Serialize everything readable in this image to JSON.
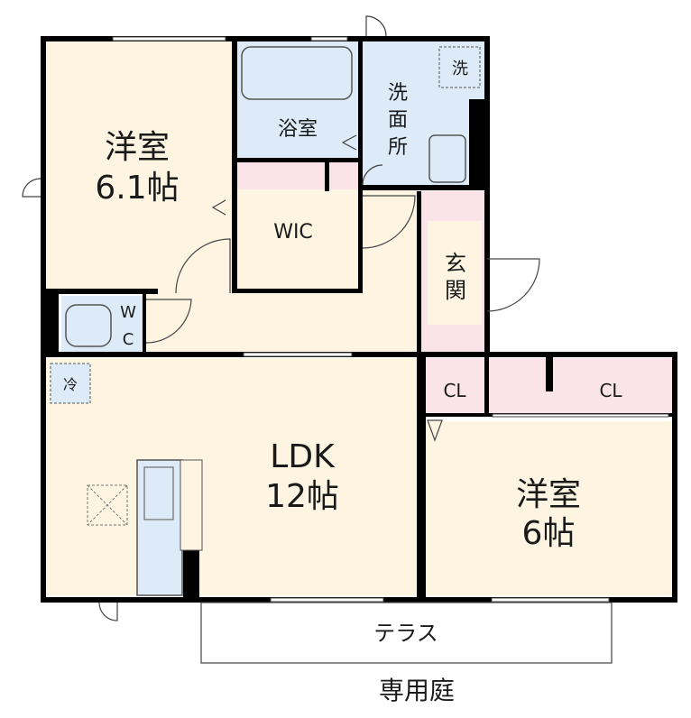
{
  "colors": {
    "bedroom_fill": "#fdf5e2",
    "ldk_fill": "#fdf5e2",
    "wet_area_fill": "#dcebf7",
    "storage_fill": "#fbe3ea",
    "wall": "#000000"
  },
  "rooms": {
    "bedroom_north": {
      "name": "洋室",
      "size": "6.1帖"
    },
    "bath": {
      "name": "浴室"
    },
    "washroom": {
      "chars": [
        "洗",
        "面",
        "所"
      ]
    },
    "washer_mark": "洗",
    "wic": {
      "name": "WIC"
    },
    "entrance": {
      "chars": [
        "玄",
        "関"
      ]
    },
    "wc": {
      "chars": [
        "W",
        "C"
      ]
    },
    "ldk": {
      "name": "LDK",
      "size": "12帖"
    },
    "fridge_mark": "冷",
    "closet_left": {
      "name": "CL"
    },
    "closet_right": {
      "name": "CL"
    },
    "bedroom_south": {
      "name": "洋室",
      "size": "6帖"
    }
  },
  "exterior": {
    "terrace": "テラス",
    "garden": "専用庭"
  }
}
